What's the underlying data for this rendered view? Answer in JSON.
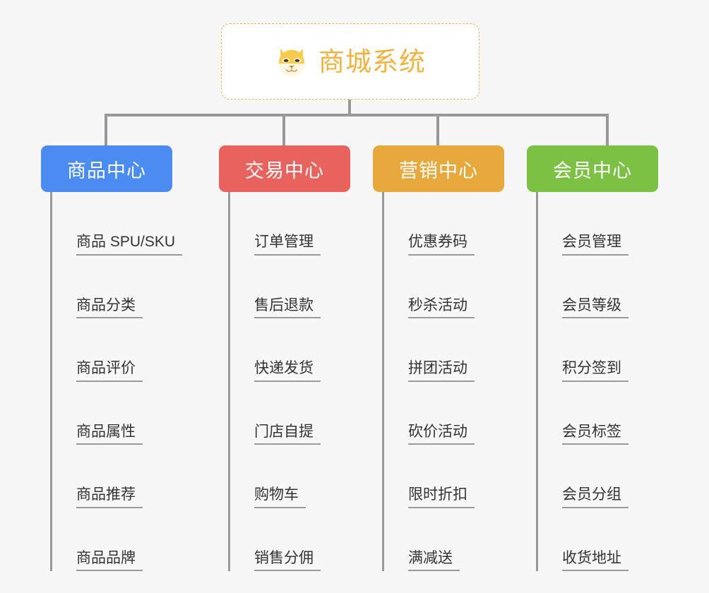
{
  "page": {
    "background_color": "#f7f7f7",
    "type": "mind-map"
  },
  "root": {
    "title": "商城系统",
    "icon": "shiba-dog-face-emoji",
    "text_color": "#f2b33d",
    "border_color": "#e8b84b",
    "background_color": "#fefefe"
  },
  "connector": {
    "color": "#999999"
  },
  "columns": [
    {
      "header": "商品中心",
      "color": "#4a8cf0",
      "items": [
        "商品 SPU/SKU",
        "商品分类",
        "商品评价",
        "商品属性",
        "商品推荐",
        "商品品牌"
      ]
    },
    {
      "header": "交易中心",
      "color": "#e8635e",
      "items": [
        "订单管理",
        "售后退款",
        "快递发货",
        "门店自提",
        "购物车",
        "销售分佣"
      ]
    },
    {
      "header": "营销中心",
      "color": "#e8a93c",
      "items": [
        "优惠券码",
        "秒杀活动",
        "拼团活动",
        "砍价活动",
        "限时折扣",
        "满减送"
      ]
    },
    {
      "header": "会员中心",
      "color": "#7cc143",
      "items": [
        "会员管理",
        "会员等级",
        "积分签到",
        "会员标签",
        "会员分组",
        "收货地址"
      ]
    }
  ]
}
